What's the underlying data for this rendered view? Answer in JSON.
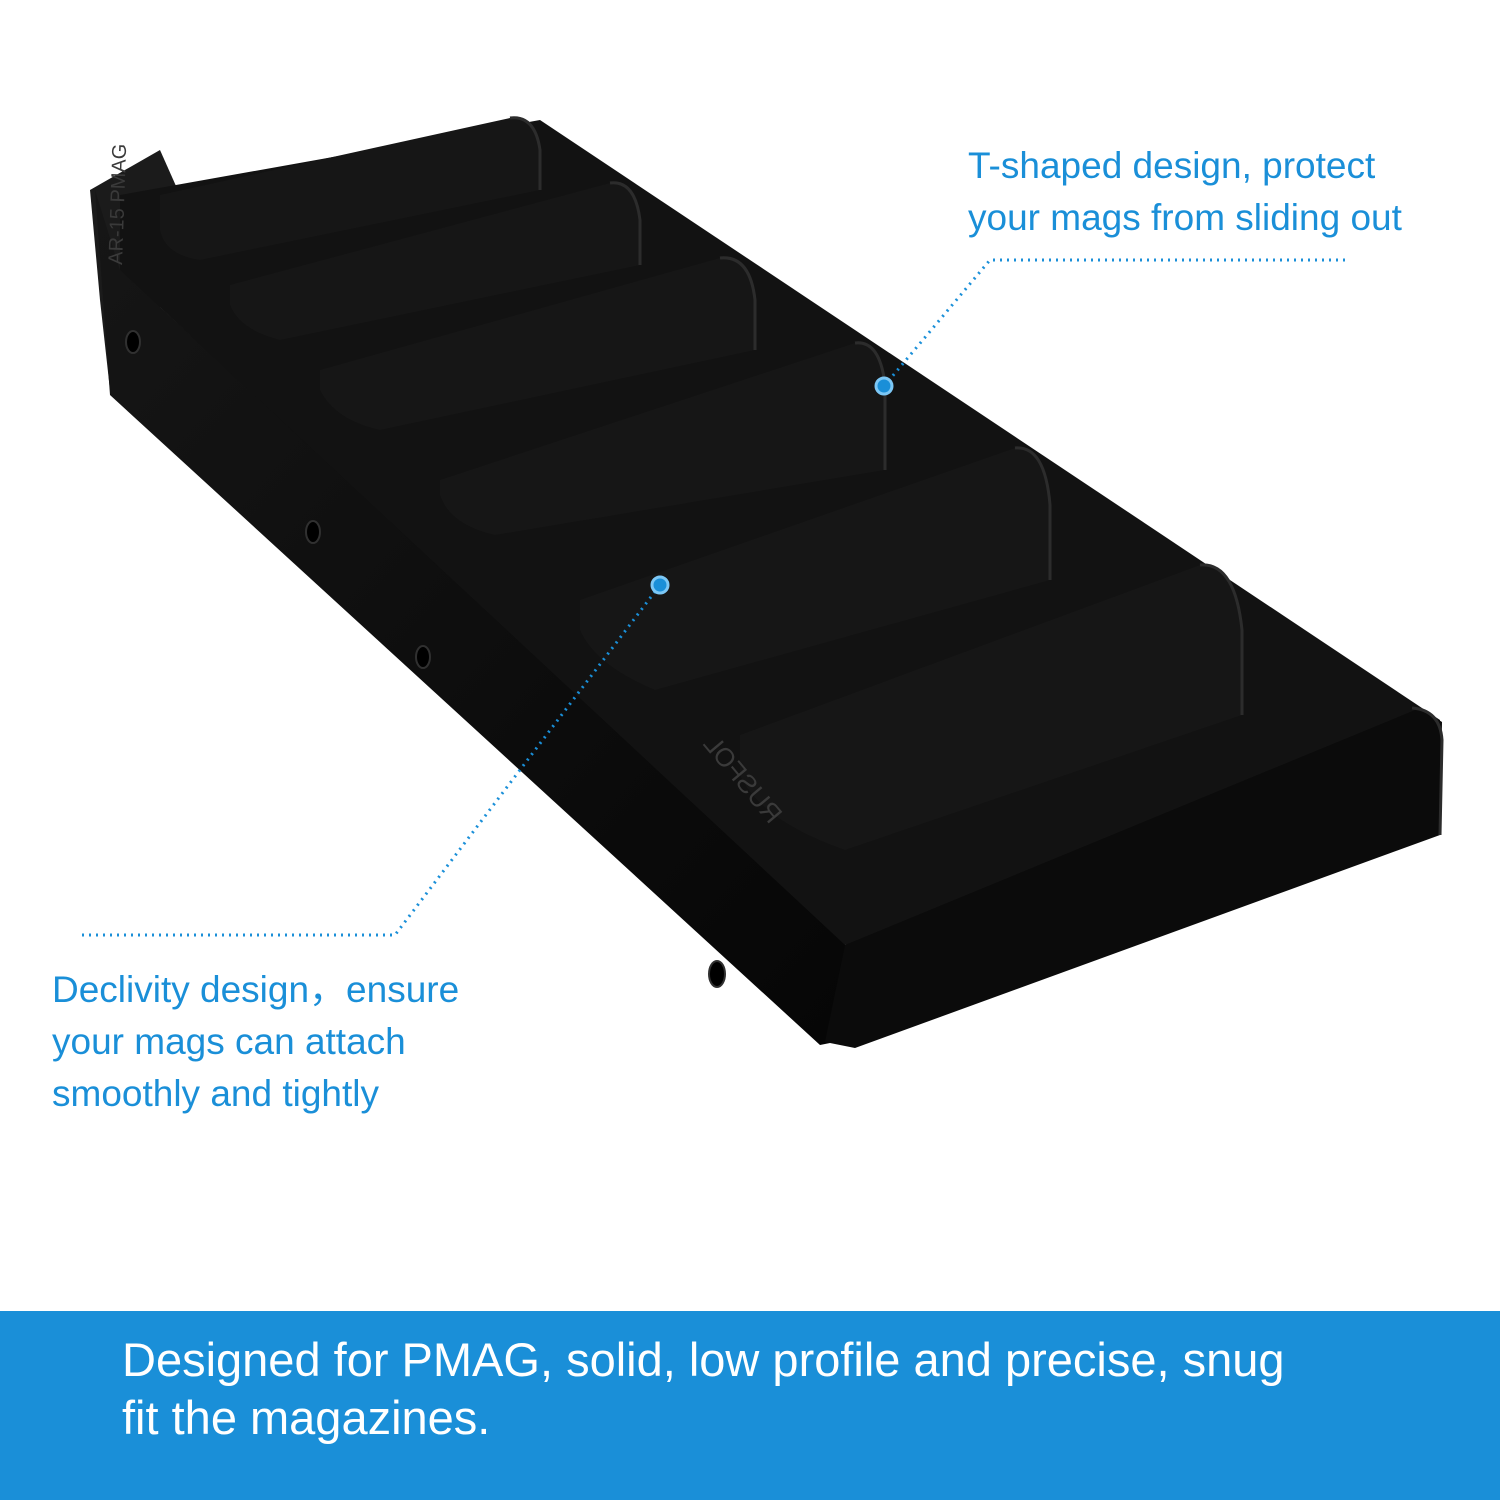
{
  "product": {
    "name": "AR-15 PMAG magazine wall rack",
    "color": "#0d0d0d",
    "slot_count": 6,
    "engraving_side": "AR-15 PMAG",
    "engraving_front": "RUSFOL"
  },
  "callouts": {
    "top": {
      "lines": [
        "T-shaped design, protect",
        "your mags from sliding out"
      ]
    },
    "left": {
      "lines": [
        "Declivity design，ensure",
        "your mags can attach",
        "smoothly and tightly"
      ]
    }
  },
  "banner": {
    "lines": [
      "Designed for PMAG, solid, low profile and precise, snug",
      "fit the magazines."
    ]
  },
  "colors": {
    "accent": "#1a8fd8",
    "banner_text": "#ffffff",
    "background": "#ffffff"
  }
}
